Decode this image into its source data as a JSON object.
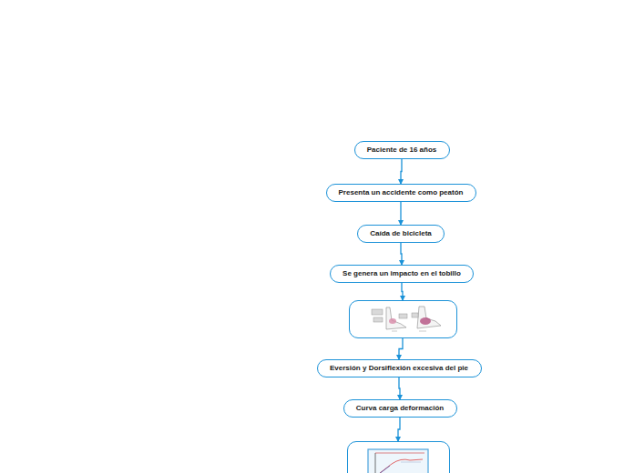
{
  "diagram": {
    "nodes": [
      {
        "text": [
          "Paciente de 16 años"
        ]
      },
      {
        "text": [
          "Presenta un accidente como peatón"
        ]
      },
      {
        "text": [
          "Caída de bicicleta"
        ]
      },
      {
        "text": [
          "Se genera un impacto en el tobillo"
        ]
      },
      {
        "text": []
      },
      {
        "text": [
          "Eversión y Dorsiflexión excesiva del pie"
        ]
      },
      {
        "text": [
          "Curva carga deformación"
        ]
      },
      {
        "text": []
      }
    ],
    "edges": [
      {
        "from": 0,
        "to": 1,
        "arrow": "to"
      },
      {
        "from": 1,
        "to": 2,
        "arrow": "to"
      },
      {
        "from": 2,
        "to": 3,
        "arrow": "to"
      },
      {
        "from": 3,
        "to": 4,
        "arrow": "to"
      },
      {
        "from": 4,
        "to": 5,
        "arrow": "to"
      },
      {
        "from": 5,
        "to": 6,
        "arrow": "to"
      },
      {
        "from": 6,
        "to": 7,
        "arrow": "to"
      }
    ]
  }
}
